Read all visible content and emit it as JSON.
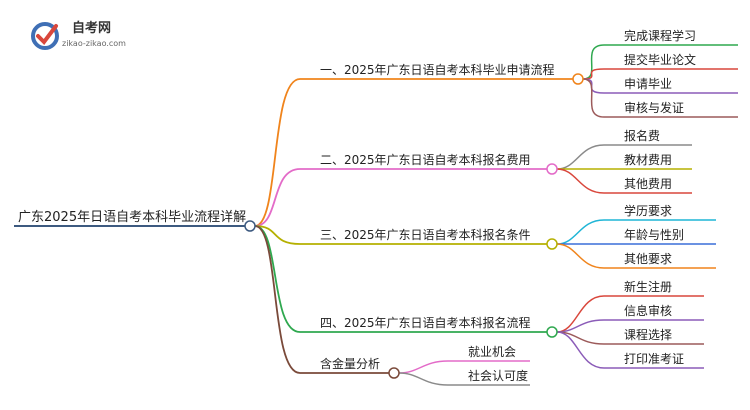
{
  "logo": {
    "name": "自考网",
    "url": "zikao-zikao.com",
    "colors": {
      "primary": "#3f6fb5",
      "accent": "#d9473c"
    }
  },
  "root": {
    "label": "广东2025年日语自考本科毕业流程详解",
    "color": "#3d5a80"
  },
  "branches": [
    {
      "label": "一、2025年广东日语自考本科毕业申请流程",
      "color": "#f0841c",
      "children": [
        {
          "label": "完成课程学习",
          "color": "#2fa84f"
        },
        {
          "label": "提交毕业论文",
          "color": "#d9473c"
        },
        {
          "label": "申请毕业",
          "color": "#8b5cb8"
        },
        {
          "label": "审核与发证",
          "color": "#9c5a5a"
        }
      ]
    },
    {
      "label": "二、2025年广东日语自考本科报名费用",
      "color": "#e36bc8",
      "children": [
        {
          "label": "报名费",
          "color": "#8a8a8a"
        },
        {
          "label": "教材费用",
          "color": "#b5b000"
        },
        {
          "label": "其他费用",
          "color": "#d9473c"
        }
      ]
    },
    {
      "label": "三、2025年广东日语自考本科报名条件",
      "color": "#b5b000",
      "children": [
        {
          "label": "学历要求",
          "color": "#1fb5d6"
        },
        {
          "label": "年龄与性别",
          "color": "#3a6fd8"
        },
        {
          "label": "其他要求",
          "color": "#f0841c"
        }
      ]
    },
    {
      "label": "四、2025年广东日语自考本科报名流程",
      "color": "#2fa84f",
      "children": [
        {
          "label": "新生注册",
          "color": "#d9473c"
        },
        {
          "label": "信息审核",
          "color": "#8b5cb8"
        },
        {
          "label": "课程选择",
          "color": "#9c5a5a"
        },
        {
          "label": "打印准考证",
          "color": "#8b5cb8"
        }
      ]
    },
    {
      "label": "含金量分析",
      "color": "#7a4a3a",
      "children": [
        {
          "label": "就业机会",
          "color": "#e36bc8"
        },
        {
          "label": "社会认可度",
          "color": "#8a8a8a"
        }
      ]
    }
  ]
}
